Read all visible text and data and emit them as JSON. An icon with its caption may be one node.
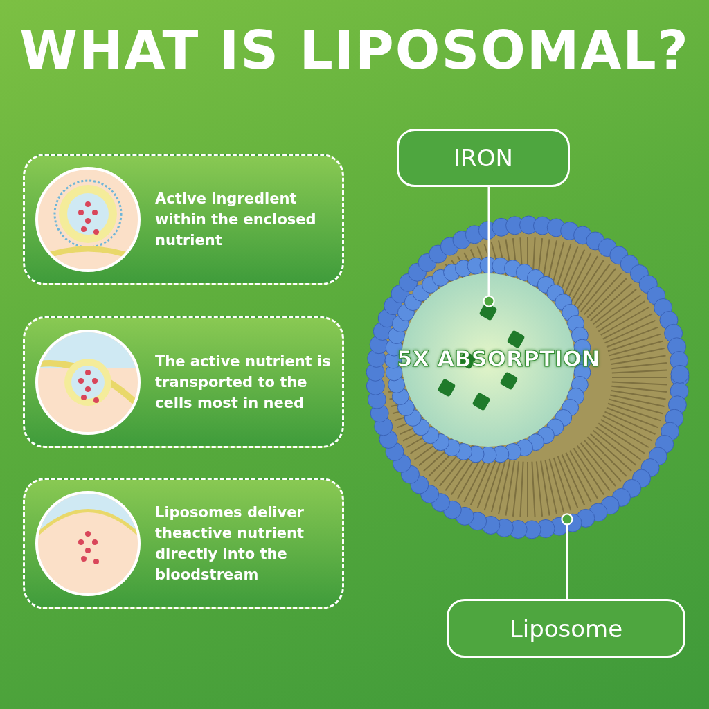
{
  "diagram": {
    "title": "WHAT IS LIPOSOMAL?",
    "nodes": [
      {
        "text": [
          "Active ingredient within the enclosed nutrient"
        ]
      },
      {
        "text": [
          "The active nutrient is transported to the cells most in need"
        ]
      },
      {
        "text": [
          "Liposomes deliver theactive nutrient directly into the bloodstream"
        ]
      },
      {
        "text": [
          "IRON"
        ]
      },
      {
        "text": [],
        "shape": "picture",
        "in": 5
      },
      {
        "text": [],
        "shape": "picture"
      },
      {
        "text": [
          "Liposome"
        ]
      }
    ],
    "edges": [
      {
        "from": 3,
        "to": 4,
        "arrow": "other"
      },
      {
        "from": 6,
        "to": 5,
        "arrow": "other"
      }
    ],
    "labels": [
      "5X ABSORPTION"
    ]
  }
}
